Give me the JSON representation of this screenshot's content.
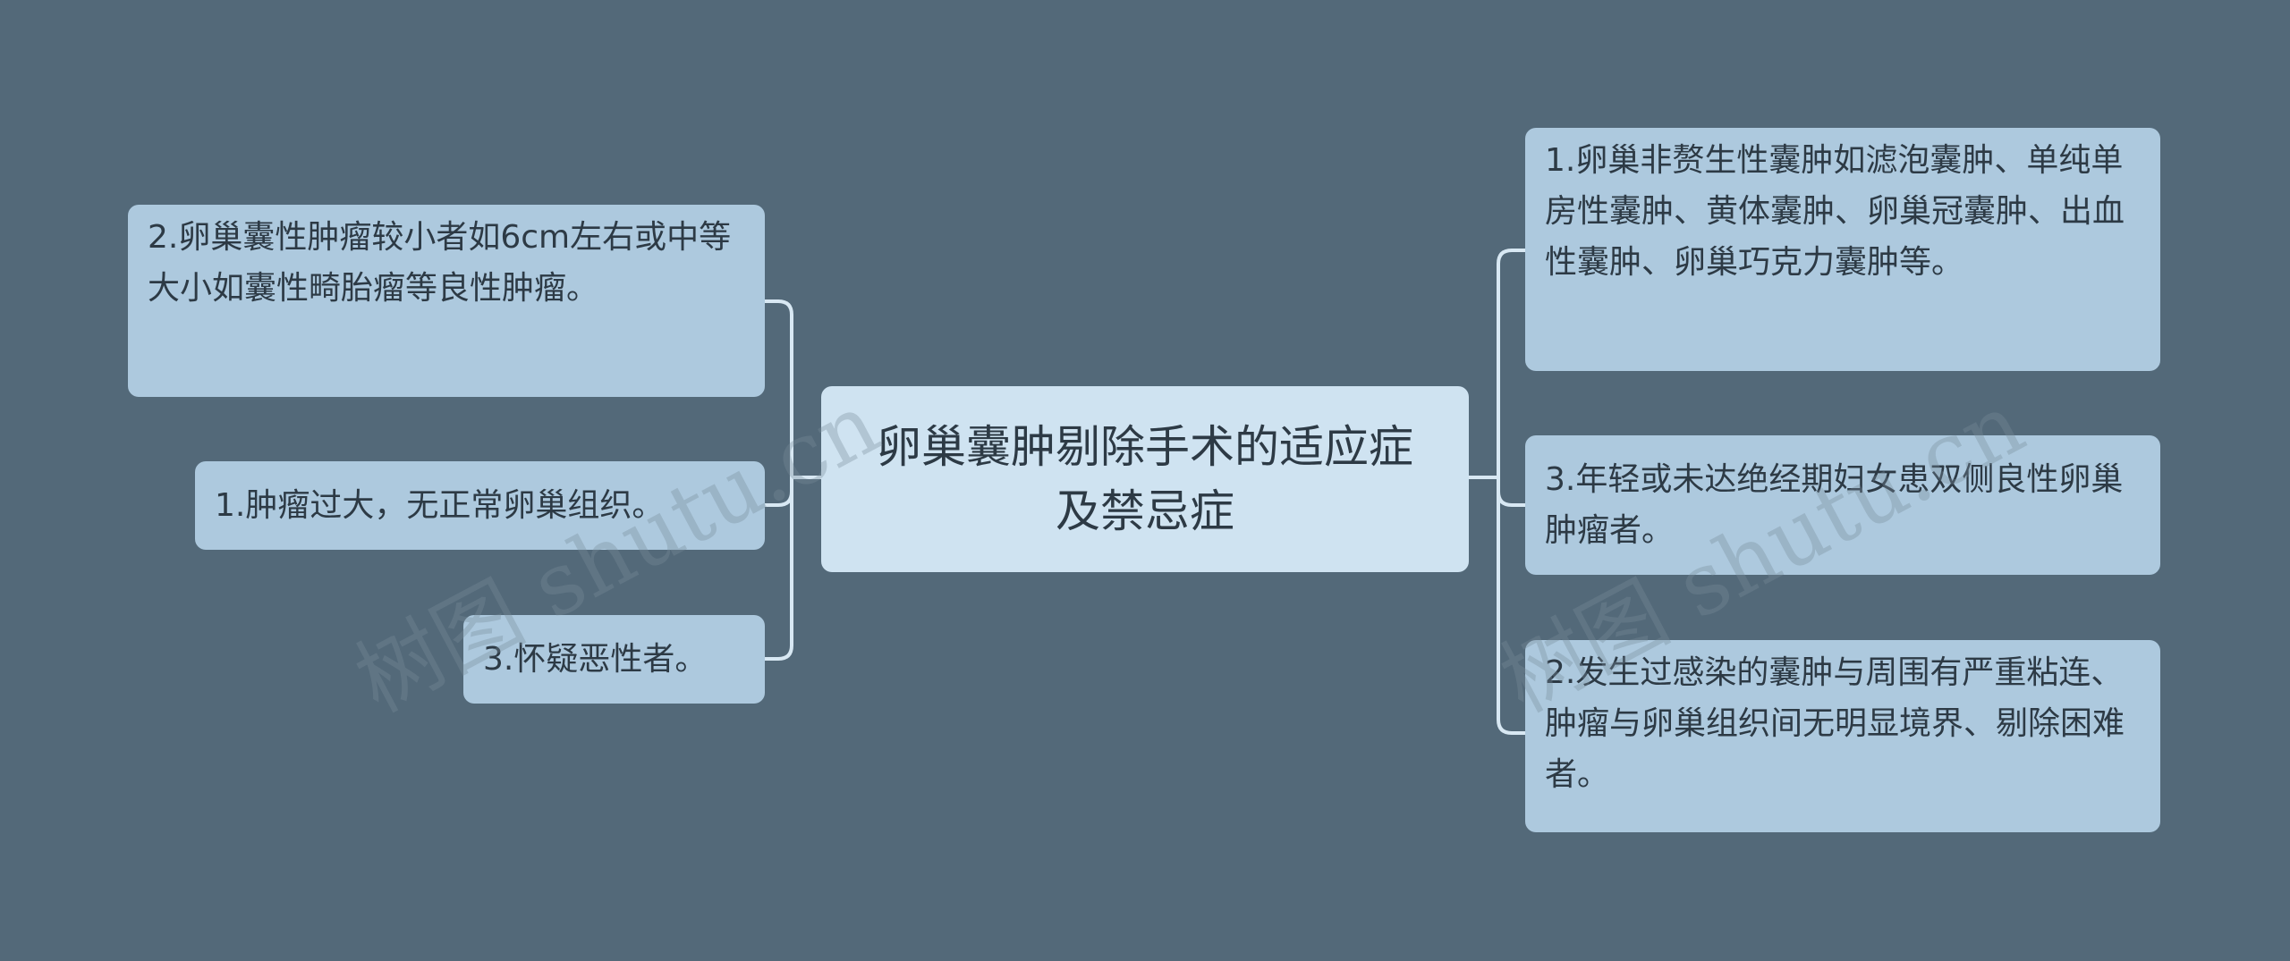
{
  "root": {
    "label": "卵巢囊肿剔除手术的适应症及禁忌症"
  },
  "left_branch": {
    "items": [
      {
        "label": "2.卵巢囊性肿瘤较小者如6cm左右或中等大小如囊性畸胎瘤等良性肿瘤。"
      },
      {
        "label": "1.肿瘤过大，无正常卵巢组织。"
      },
      {
        "label": "3.怀疑恶性者。"
      }
    ]
  },
  "right_branch": {
    "items": [
      {
        "label": "1.卵巢非赘生性囊肿如滤泡囊肿、单纯单房性囊肿、黄体囊肿、卵巢冠囊肿、出血性囊肿、卵巢巧克力囊肿等。"
      },
      {
        "label": "3.年轻或未达绝经期妇女患双侧良性卵巢肿瘤者。"
      },
      {
        "label": "2.发生过感染的囊肿与周围有严重粘连、肿瘤与卵巢组织间无明显境界、剔除困难者。"
      }
    ]
  },
  "watermarks": [
    {
      "text": "树图 shutu.cn"
    },
    {
      "text": "树图 shutu.cn"
    }
  ],
  "colors": {
    "background": "#536979",
    "center_node": "#cfe3f1",
    "leaf_node": "#adc9de",
    "connector": "#d8e8f3",
    "text": "#2d3a45"
  }
}
